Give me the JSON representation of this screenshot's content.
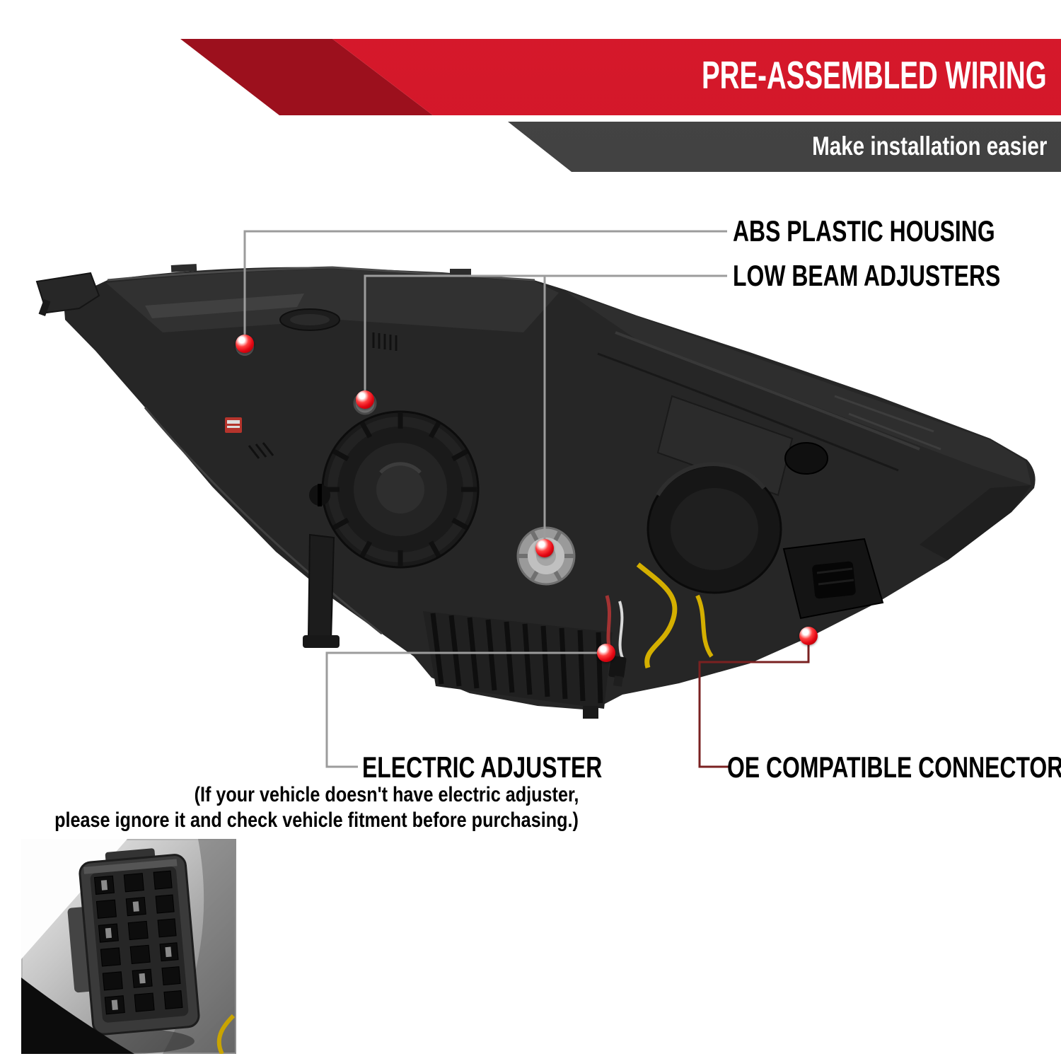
{
  "banner": {
    "title": "PRE-ASSEMBLED WIRING",
    "subtitle": "Make installation easier"
  },
  "callouts": {
    "abs_housing": "ABS PLASTIC HOUSING",
    "low_beam": "LOW BEAM ADJUSTERS",
    "electric_adjuster": "ELECTRIC ADJUSTER",
    "electric_note_line1": "(If your vehicle doesn't have electric adjuster,",
    "electric_note_line2": "please ignore it and check vehicle fitment before purchasing.)",
    "oe_connector": "OE COMPATIBLE CONNECTOR"
  },
  "markers": [
    {
      "name": "abs-plastic-housing"
    },
    {
      "name": "low-beam-adjuster-1"
    },
    {
      "name": "low-beam-adjuster-2"
    },
    {
      "name": "electric-adjuster"
    },
    {
      "name": "oe-compatible-connector"
    }
  ],
  "colors": {
    "banner_red": "#d6182b",
    "banner_dark_red": "#9c101d",
    "banner_gray": "#323232",
    "leader_gray": "#9c9c9c",
    "leader_maroon": "#7a2121",
    "marker_red": "#e30613"
  }
}
